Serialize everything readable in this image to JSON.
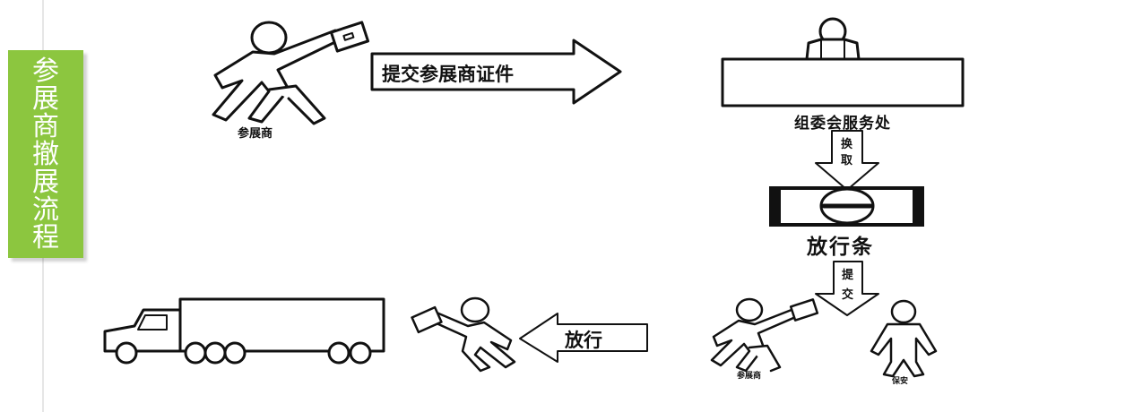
{
  "sidebar": {
    "title_chars": [
      "参",
      "展",
      "商",
      "撤",
      "展",
      "流",
      "程"
    ]
  },
  "step1": {
    "arrow_label": "提交参展商证件",
    "actor_label": "参展商"
  },
  "service_desk": {
    "label": "组委会服务处"
  },
  "exchange_arrow": {
    "chars": [
      "换",
      "取"
    ]
  },
  "release_slip": {
    "label": "放行条"
  },
  "submit_arrow": {
    "chars": [
      "提",
      "交"
    ]
  },
  "checkpoint": {
    "exhibitor_label": "参展商",
    "guard_label": "保安"
  },
  "release_arrow": {
    "label": "放行"
  }
}
